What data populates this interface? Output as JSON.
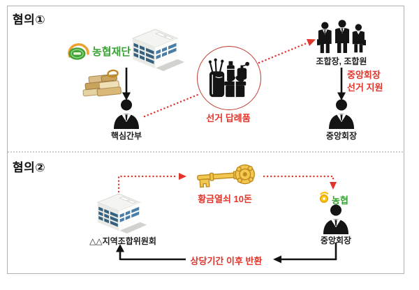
{
  "colors": {
    "accent_red": "#e0352b",
    "circle_stroke_red": "#c0392b",
    "brand_green": "#3aa335",
    "gold": "#f3c84f",
    "silhouette_black": "#141414",
    "frame_border": "#b0b0b0"
  },
  "section1": {
    "title": "혐의①",
    "foundation_logo_text": "농협재단",
    "key_executive_label": "핵심간부",
    "gift_circle_label": "선거 답례품",
    "members_label": "조합장, 조합원",
    "support_note_line1": "중앙회장",
    "support_note_line2": "선거 지원",
    "chairman_label": "중앙회장"
  },
  "section2": {
    "title": "혐의②",
    "committee_label": "△△지역조합위원회",
    "golden_key_label": "황금열쇠 10돈",
    "nh_logo_text": "농협",
    "chairman_label": "중앙회장",
    "return_note": "상당기간 이후 반환"
  },
  "icons": {
    "foundation-emblem-icon": "orange-arc-green-seed",
    "office-building-icon": "isometric building, blue window stripes",
    "money-stack-icon": "gold bars and cash bundles",
    "person-silhouette-icon": "black suit bust",
    "people-group-icon": "three standing members",
    "gift-set-icon": "golf bag, cosmetics, perfume, gift box",
    "golden-key-icon": "ornate gold key",
    "nh-mark-icon": "yellow NH sprout mark"
  }
}
